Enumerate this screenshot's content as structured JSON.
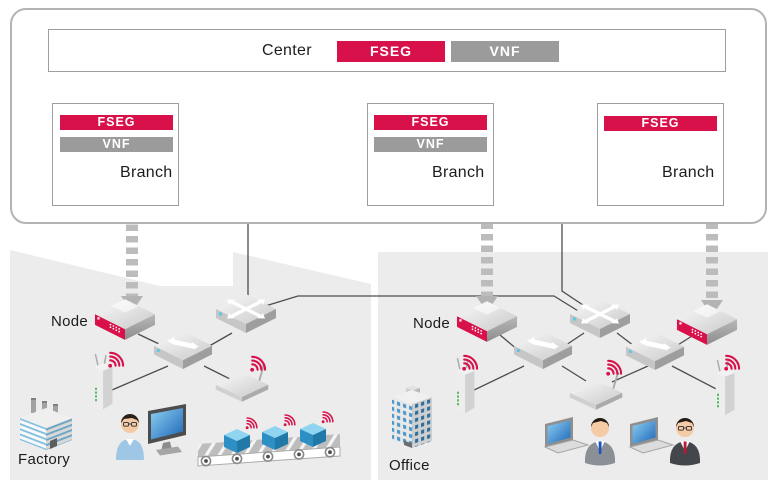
{
  "center": {
    "label": "Center",
    "fseg": "FSEG",
    "vnf": "VNF"
  },
  "branches": [
    {
      "label": "Branch",
      "fseg": "FSEG",
      "vnf": "VNF"
    },
    {
      "label": "Branch",
      "fseg": "FSEG",
      "vnf": "VNF"
    },
    {
      "label": "Branch",
      "fseg": "FSEG"
    }
  ],
  "factory": {
    "node": "Node",
    "label": "Factory"
  },
  "office": {
    "node": "Node",
    "label": "Office"
  },
  "icons": {
    "appliance": "red-network-appliance-icon",
    "router": "router-icon",
    "switch": "switch-icon",
    "access_point": "access-point-icon",
    "wireless_router": "wireless-router-icon",
    "wifi": "wifi-signal-icon",
    "factory_building": "factory-building-icon",
    "office_building": "office-building-icon",
    "worker": "worker-with-monitor-icon",
    "businessman": "businessman-with-laptop-icon",
    "conveyor": "conveyor-with-iot-boxes-icon"
  },
  "colors": {
    "accent_red": "#d8114b",
    "badge_gray": "#9b9b9b",
    "site_background": "#ececec",
    "connector_line": "#4d4d4d",
    "dotted_line": "#8a8a8a",
    "dashed_arrow": "#bcbcbc",
    "wifi_red": "#d8114b",
    "screen_blue": "#2b7fd4",
    "led_green": "#3db54a"
  }
}
